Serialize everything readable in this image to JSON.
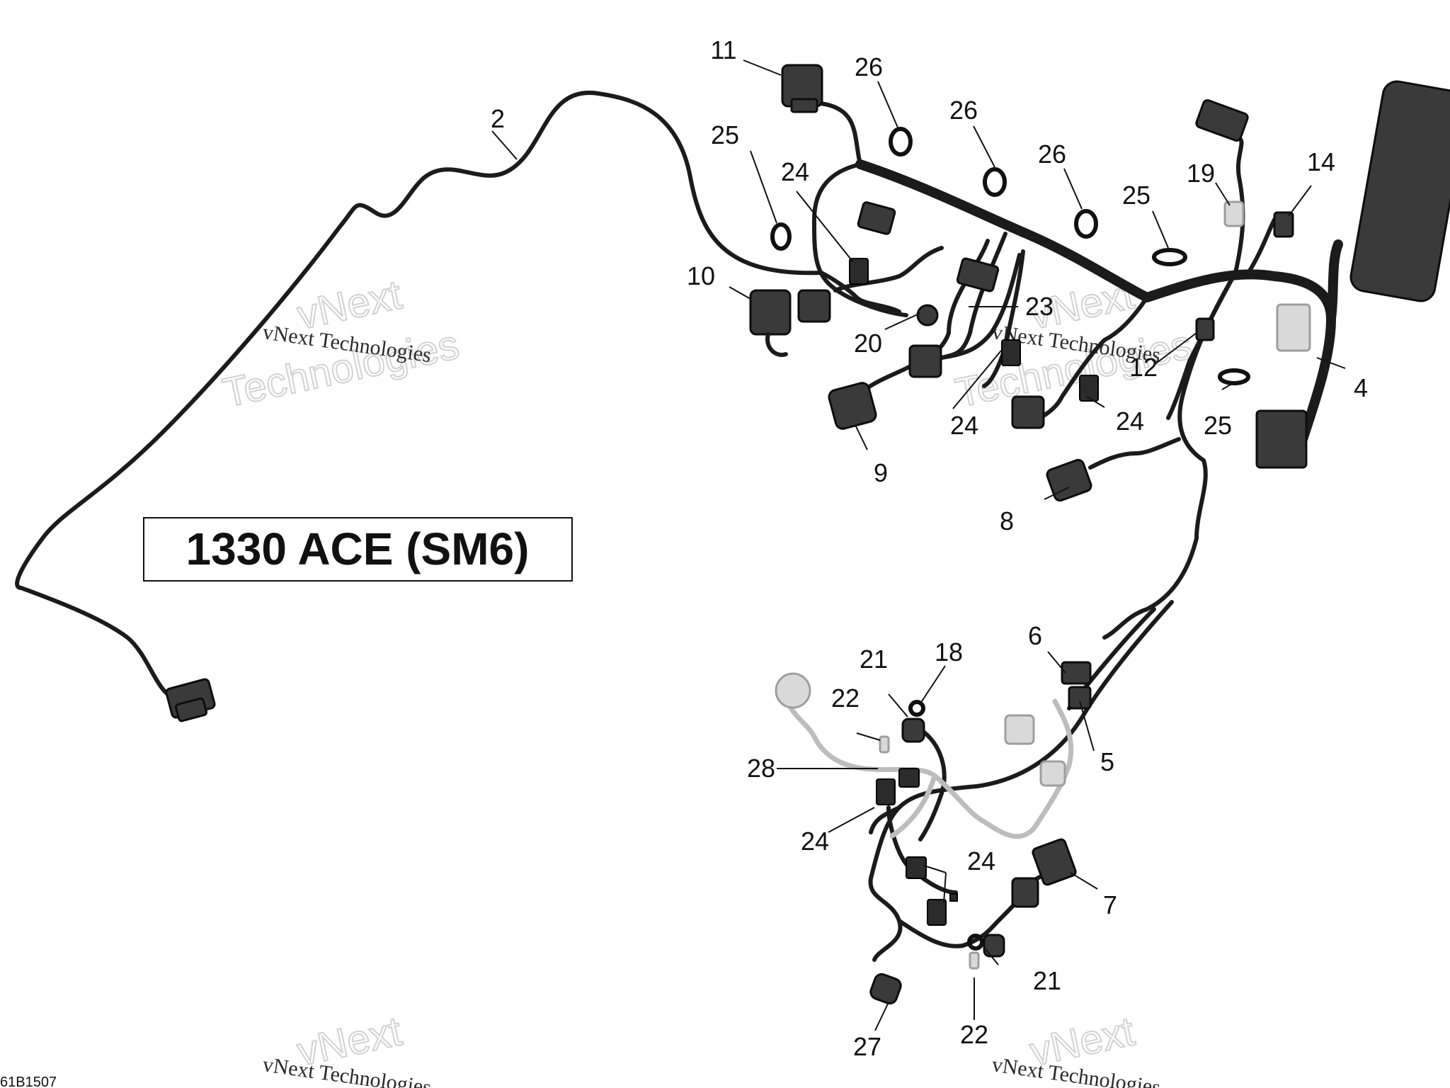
{
  "diagram": {
    "title": "1330 ACE (SM6)",
    "figure_code": "61B1507",
    "watermark_brand": "vNext",
    "watermark_subtitle": "Technologies",
    "watermark_line": "vNext Technologies",
    "callouts": {
      "c2": "2",
      "c4": "4",
      "c5": "5",
      "c6": "6",
      "c7": "7",
      "c8": "8",
      "c9": "9",
      "c10": "10",
      "c11": "11",
      "c12": "12",
      "c14": "14",
      "c18": "18",
      "c19": "19",
      "c20": "20",
      "c21a": "21",
      "c21b": "21",
      "c22a": "22",
      "c22b": "22",
      "c23": "23",
      "c24a": "24",
      "c24b": "24",
      "c24c": "24",
      "c24d": "24",
      "c24e": "24",
      "c25a": "25",
      "c25b": "25",
      "c25c": "25",
      "c26a": "26",
      "c26b": "26",
      "c26c": "26",
      "c27": "27",
      "c28": "28"
    },
    "colors": {
      "ink": "#1b1b1b",
      "ghost_part": "#bdbdbd",
      "watermark": "#d2d2d2"
    }
  }
}
